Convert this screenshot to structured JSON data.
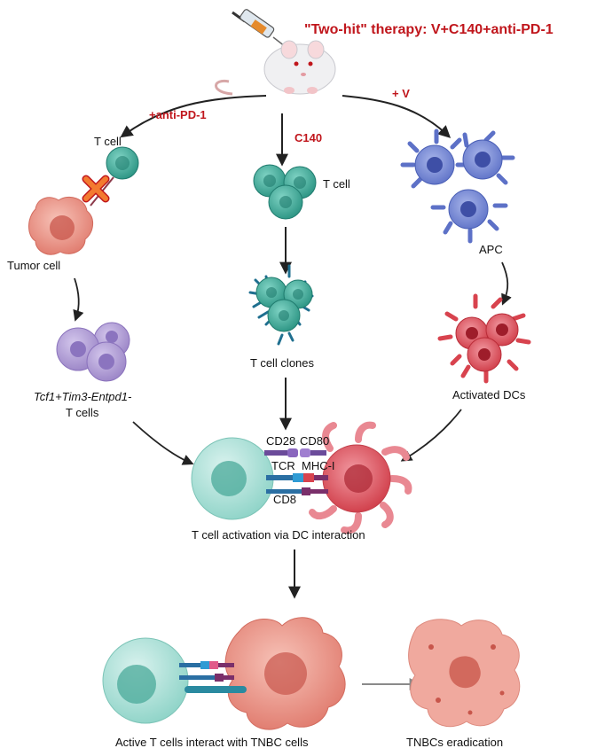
{
  "title": "\"Two-hit\" therapy: V+C140+anti-PD-1",
  "treatments": {
    "anti_pd1": "+anti-PD-1",
    "c140": "C140",
    "v": "+ V"
  },
  "labels": {
    "t_cell_left": "T cell",
    "tumor_cell": "Tumor cell",
    "tcell_subset_line1": "Tcf1+Tim3-Entpd1-",
    "tcell_subset_line2": "T cells",
    "t_cell_center": "T cell",
    "t_cell_clones": "T cell clones",
    "apc": "APC",
    "activated_dcs": "Activated DCs",
    "activation": "T cell activation via DC interaction",
    "active_tcells": "Active T cells interact with TNBC cells",
    "eradication": "TNBCs eradication"
  },
  "receptors": {
    "cd28": "CD28",
    "cd80": "CD80",
    "tcr": "TCR",
    "mhc": "MHC-I",
    "cd8": "CD8"
  },
  "colors": {
    "title_red": "#c0161c",
    "tcell_teal": "#2f9e8f",
    "apc_blue": "#5a6fc4",
    "dc_red": "#d8434e",
    "tumor_salmon": "#e8867a",
    "subset_purple": "#a892cf",
    "arrow": "#222222",
    "arrow_gray": "#8a8a8a"
  },
  "icons": [
    "syringe-icon",
    "mouse-icon",
    "block-x-icon"
  ]
}
